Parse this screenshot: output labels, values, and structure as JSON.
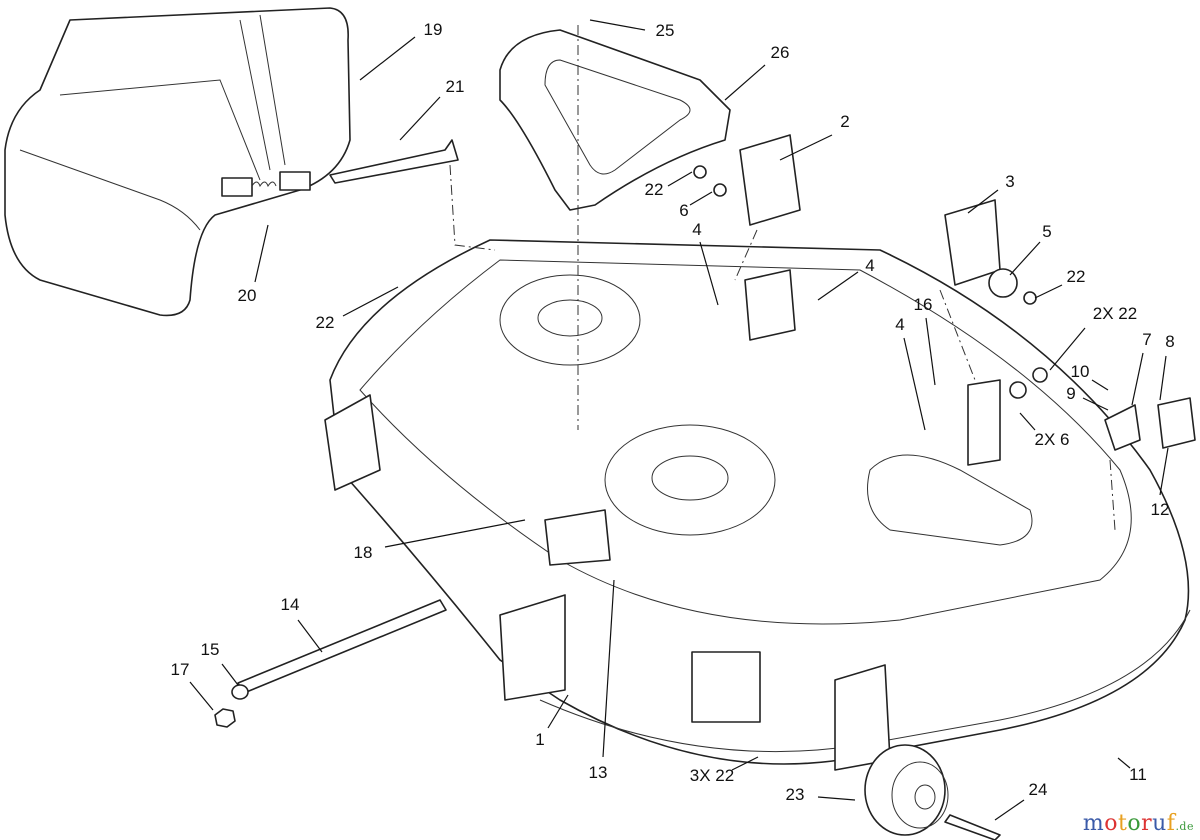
{
  "diagram": {
    "callouts": [
      "19",
      "21",
      "20",
      "25",
      "26",
      "2",
      "22",
      "6",
      "4",
      "4",
      "3",
      "5",
      "22",
      "16",
      "4",
      "2X 22",
      "7",
      "8",
      "10",
      "9",
      "2X 6",
      "12",
      "22",
      "18",
      "14",
      "15",
      "17",
      "1",
      "13",
      "3X 22",
      "23",
      "24",
      "11"
    ]
  },
  "watermark": {
    "text": "motoruf",
    "suffix": ".de",
    "colors": [
      "#3a5aa8",
      "#d33",
      "#e8a020",
      "#3a9a3a",
      "#d33",
      "#3a5aa8",
      "#e8a020"
    ]
  }
}
